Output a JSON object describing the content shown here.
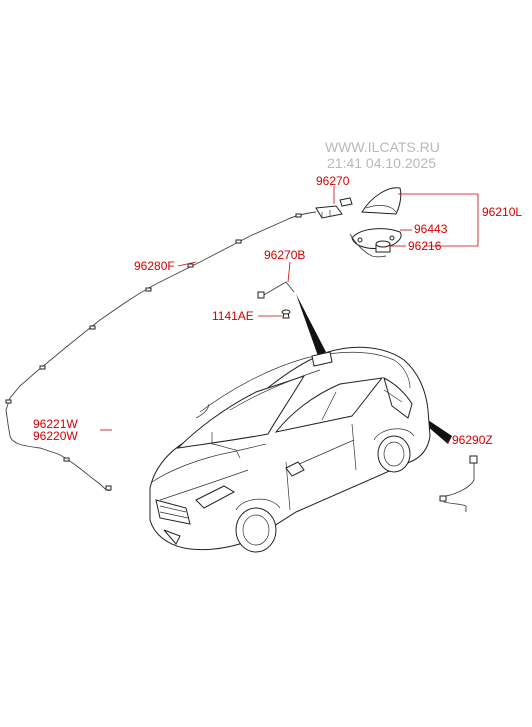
{
  "watermark": {
    "site": "WWW.ILCATS.RU",
    "datetime": "21:41 04.10.2025"
  },
  "parts": {
    "p96270": "96270",
    "p96210L": "96210L",
    "p96443": "96443",
    "p96216": "96216",
    "p96280F": "96280F",
    "p96270B": "96270B",
    "p1141AE": "1141AE",
    "p96221W": "96221W",
    "p96220W": "96220W",
    "p96290Z": "96290Z"
  },
  "colors": {
    "label": "#d40000",
    "watermark": "#b9b9b9",
    "drawing": "#222222"
  }
}
